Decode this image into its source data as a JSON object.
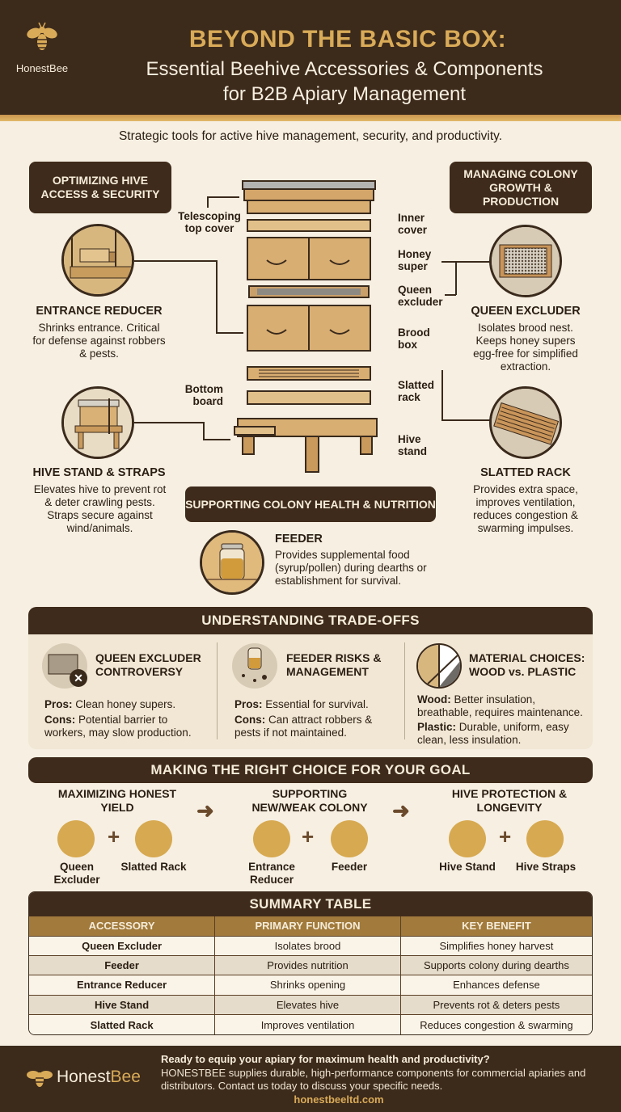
{
  "header": {
    "brand": "HonestBee",
    "title": "BEYOND THE BASIC BOX:",
    "subtitle_line1": "Essential Beehive Accessories & Components",
    "subtitle_line2": "for B2B Apiary Management",
    "tagline": "Strategic tools for active hive management, security, and productivity."
  },
  "sections": {
    "access": "OPTIMIZING HIVE ACCESS & SECURITY",
    "growth": "MANAGING COLONY GROWTH & PRODUCTION",
    "health": "SUPPORTING COLONY HEALTH & NUTRITION"
  },
  "features": {
    "entrance_reducer": {
      "title": "ENTRANCE REDUCER",
      "desc": "Shrinks entrance. Critical for defense against robbers & pests."
    },
    "hive_stand": {
      "title": "HIVE STAND & STRAPS",
      "desc": "Elevates hive to prevent rot & deter crawling pests. Straps secure against wind/animals."
    },
    "queen_excluder": {
      "title": "QUEEN EXCLUDER",
      "desc": "Isolates brood nest. Keeps honey supers egg-free for simplified extraction."
    },
    "slatted_rack": {
      "title": "SLATTED RACK",
      "desc": "Provides extra space, improves ventilation, reduces congestion & swarming impulses."
    },
    "feeder": {
      "title": "FEEDER",
      "desc": "Provides supplemental food (syrup/pollen) during dearths or establishment for survival."
    }
  },
  "hive_parts": {
    "top_cover": "Telescoping top cover",
    "inner_cover": "Inner cover",
    "honey_super": "Honey super",
    "queen_excluder": "Queen excluder",
    "brood_box": "Brood box",
    "bottom_board": "Bottom board",
    "slatted_rack": "Slatted rack",
    "hive_stand": "Hive stand"
  },
  "tradeoffs": {
    "heading": "UNDERSTANDING TRADE-OFFS",
    "items": [
      {
        "title": "QUEEN EXCLUDER CONTROVERSY",
        "a_label": "Pros:",
        "a_text": " Clean honey supers.",
        "b_label": "Cons:",
        "b_text": " Potential barrier to workers, may slow production."
      },
      {
        "title": "FEEDER RISKS & MANAGEMENT",
        "a_label": "Pros:",
        "a_text": " Essential for survival.",
        "b_label": "Cons:",
        "b_text": " Can attract robbers & pests if not maintained."
      },
      {
        "title": "MATERIAL CHOICES: WOOD vs. PLASTIC",
        "a_label": "Wood:",
        "a_text": " Better insulation, breathable, requires maintenance.",
        "b_label": "Plastic:",
        "b_text": " Durable, uniform, easy clean, less insulation."
      }
    ]
  },
  "goals": {
    "heading": "MAKING THE RIGHT CHOICE FOR YOUR GOAL",
    "items": [
      {
        "title": "MAXIMIZING HONEST YIELD",
        "a": "Queen Excluder",
        "b": "Slatted Rack"
      },
      {
        "title": "SUPPORTING NEW/WEAK COLONY",
        "a": "Entrance Reducer",
        "b": "Feeder"
      },
      {
        "title": "HIVE PROTECTION & LONGEVITY",
        "a": "Hive Stand",
        "b": "Hive Straps"
      }
    ],
    "plus": "+"
  },
  "summary": {
    "heading": "SUMMARY TABLE",
    "columns": [
      "ACCESSORY",
      "PRIMARY FUNCTION",
      "KEY BENEFIT"
    ],
    "rows": [
      [
        "Queen Excluder",
        "Isolates brood",
        "Simplifies honey harvest"
      ],
      [
        "Feeder",
        "Provides nutrition",
        "Supports colony during dearths"
      ],
      [
        "Entrance Reducer",
        "Shrinks opening",
        "Enhances defense"
      ],
      [
        "Hive Stand",
        "Elevates hive",
        "Prevents rot & deters pests"
      ],
      [
        "Slatted Rack",
        "Improves ventilation",
        "Reduces congestion & swarming"
      ]
    ]
  },
  "footer": {
    "brand_a": "Honest",
    "brand_b": "Bee",
    "headline": "Ready to equip your apiary for maximum health and productivity?",
    "body": "HONESTBEE supplies durable, high-performance components for commercial apiaries and distributors. Contact us today to discuss your specific needs.",
    "url": "honestbeeltd.com"
  },
  "colors": {
    "dark_brown": "#3c2a1b",
    "gold": "#d9ab58",
    "cream": "#f6efe2",
    "table_header": "#a17a3c"
  }
}
